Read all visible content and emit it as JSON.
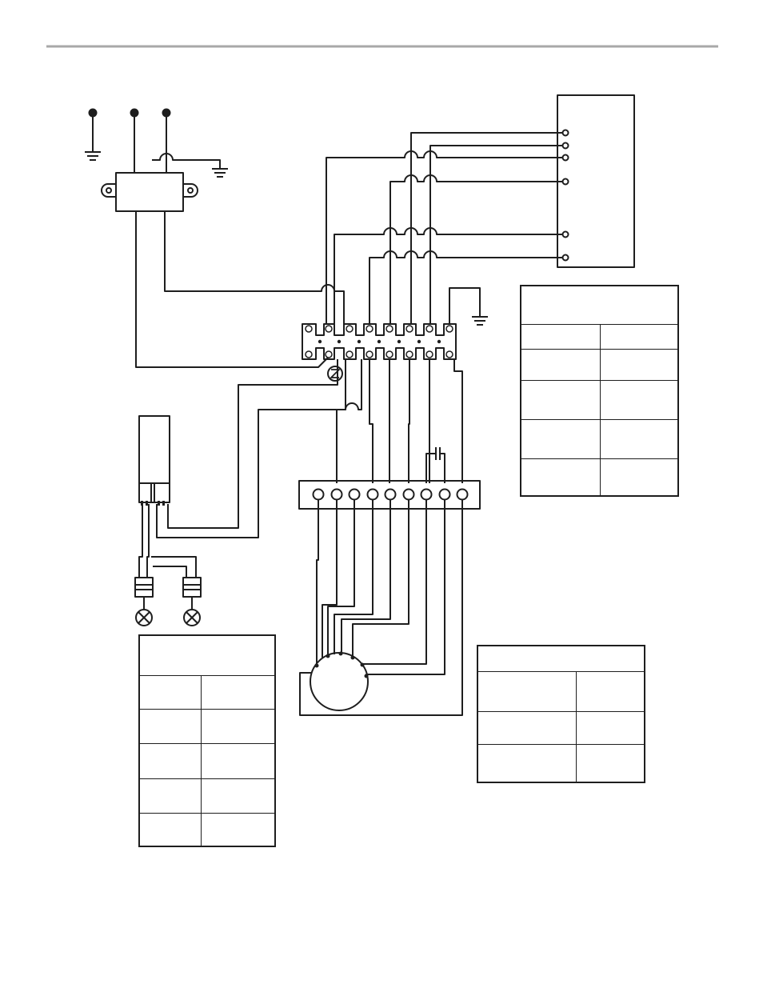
{
  "page": {
    "rule_color": "#a8a8a8",
    "ink_color": "#1e1e1e"
  },
  "legend_tables": {
    "right_top": {
      "header": "",
      "rows": [
        [
          "",
          ""
        ],
        [
          "",
          ""
        ],
        [
          "",
          ""
        ],
        [
          "",
          ""
        ],
        [
          "",
          ""
        ]
      ]
    },
    "bottom_left": {
      "header": "",
      "rows": [
        [
          "",
          ""
        ],
        [
          "",
          ""
        ],
        [
          "",
          ""
        ],
        [
          "",
          ""
        ],
        [
          "",
          ""
        ]
      ]
    },
    "bottom_right": {
      "header": "",
      "rows": [
        [
          "",
          ""
        ],
        [
          "",
          ""
        ],
        [
          "",
          ""
        ]
      ]
    }
  },
  "icons": [
    "ground-symbol",
    "supply-terminal",
    "transformer",
    "terminal-block",
    "thermal-fuse",
    "switch-module",
    "lamp",
    "connector",
    "motor",
    "capacitor",
    "control-panel"
  ]
}
